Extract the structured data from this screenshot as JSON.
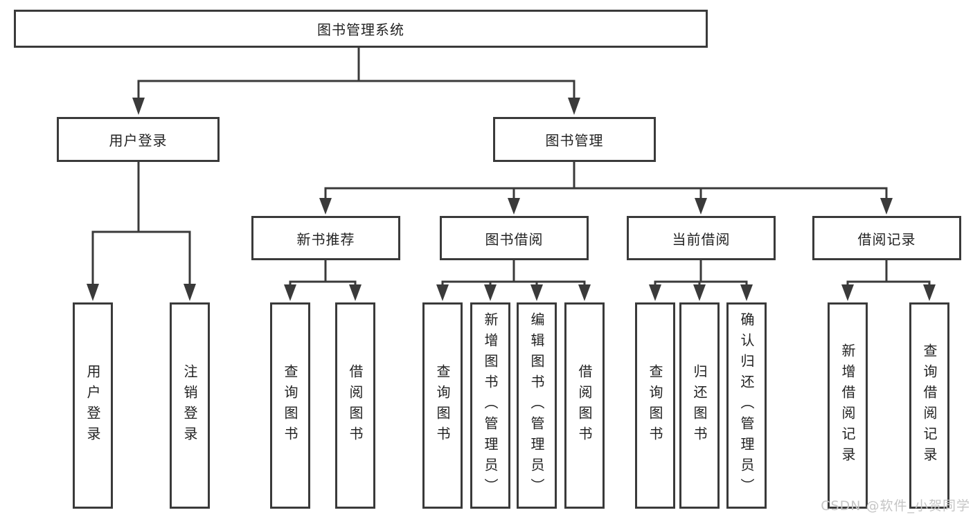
{
  "page": {
    "background": "#ffffff"
  },
  "colors": {
    "line": "#3a3a3a",
    "box_border": "#3a3a3a",
    "text": "#222222",
    "watermark_text": "#c5c5c5"
  },
  "tree": {
    "root": {
      "label": "图书管理系统"
    },
    "children": [
      {
        "label": "用户登录",
        "children": [
          {
            "label": "用户登录"
          },
          {
            "label": "注销登录"
          }
        ]
      },
      {
        "label": "图书管理",
        "children": [
          {
            "label": "新书推荐",
            "children": [
              {
                "label": "查询图书"
              },
              {
                "label": "借阅图书"
              }
            ]
          },
          {
            "label": "图书借阅",
            "children": [
              {
                "label": "查询图书"
              },
              {
                "label": "新增图书（管理员）"
              },
              {
                "label": "编辑图书（管理员）"
              },
              {
                "label": "借阅图书"
              }
            ]
          },
          {
            "label": "当前借阅",
            "children": [
              {
                "label": "查询图书"
              },
              {
                "label": "归还图书"
              },
              {
                "label": "确认归还（管理员）"
              }
            ]
          },
          {
            "label": "借阅记录",
            "children": [
              {
                "label": "新增借阅记录"
              },
              {
                "label": "查询借阅记录"
              }
            ]
          }
        ]
      }
    ]
  },
  "watermark": {
    "text": "CSDN @软件_小贺同学"
  }
}
